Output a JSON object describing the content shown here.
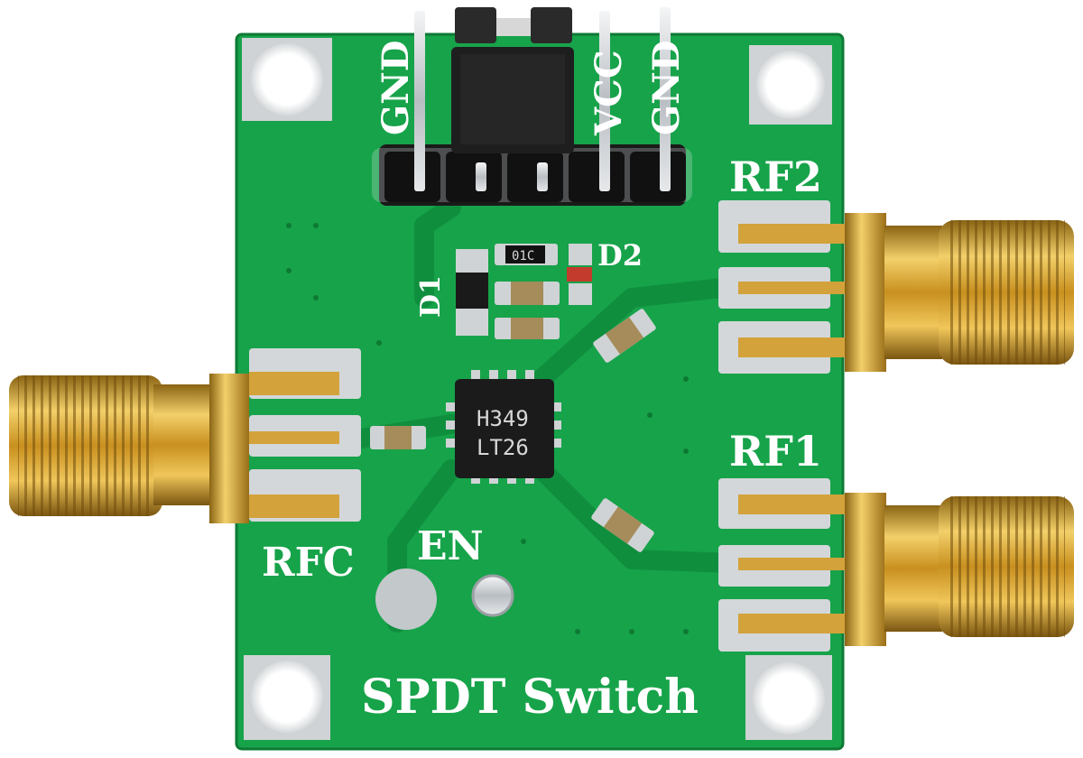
{
  "board": {
    "title": "SPDT Switch",
    "colors": {
      "pcb": "#17a34a",
      "pcb_dark": "#0f8a3c",
      "trace": "#138f40",
      "gold": "#d9a62b",
      "silver": "#d6d9dc",
      "silk": "#ffffff"
    }
  },
  "header": {
    "pins": [
      "GND",
      "VCC",
      "GND"
    ]
  },
  "ports": {
    "rf2": "RF2",
    "rf1": "RF1",
    "rfc": "RFC",
    "en": "EN"
  },
  "diodes": {
    "d1": "D1",
    "d2": "D2"
  },
  "chip": {
    "line1": "H349",
    "line2": "LT26"
  },
  "resistor": {
    "code": "01C"
  },
  "icons": [
    "sma-connector-icon",
    "mounting-hole-icon",
    "pin-header-icon",
    "jumper-icon",
    "ic-chip-icon"
  ]
}
